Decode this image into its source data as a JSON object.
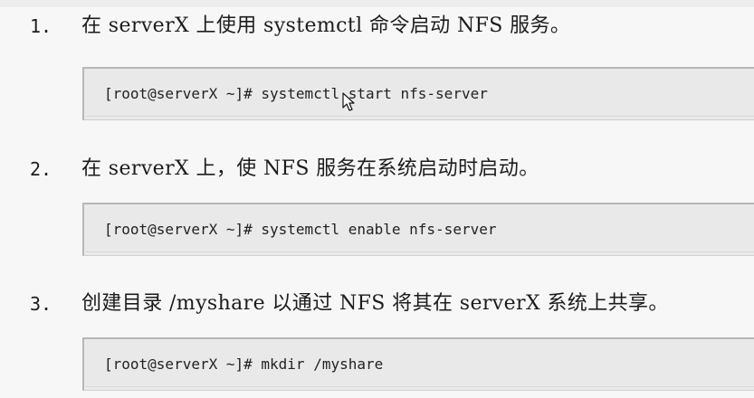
{
  "steps": [
    {
      "number": "1.",
      "text": "在 serverX 上使用 systemctl 命令启动 NFS 服务。",
      "command": "[root@serverX ~]# systemctl start nfs-server"
    },
    {
      "number": "2.",
      "text": "在 serverX 上，使 NFS 服务在系统启动时启动。",
      "command": "[root@serverX ~]# systemctl enable nfs-server"
    },
    {
      "number": "3.",
      "text": "创建目录 /myshare 以通过 NFS 将其在 serverX 系统上共享。",
      "command": "[root@serverX ~]# mkdir /myshare"
    }
  ],
  "cursor_icon": "mouse-pointer-icon"
}
